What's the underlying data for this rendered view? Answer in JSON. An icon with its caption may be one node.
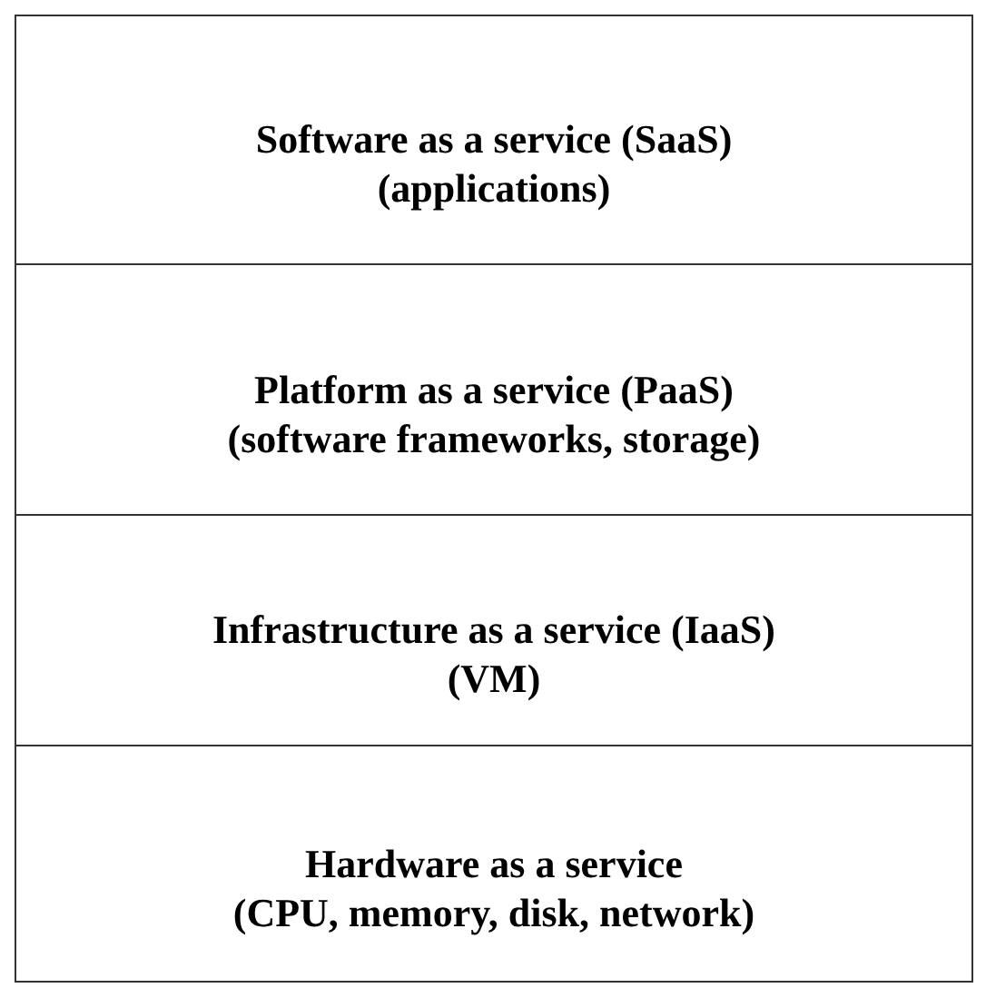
{
  "diagram": {
    "nodes": [
      {
        "text": [
          "Software as a service (SaaS)",
          "(applications)"
        ]
      },
      {
        "text": [
          "Platform as a service (PaaS)",
          "(software frameworks, storage)"
        ]
      },
      {
        "text": [
          "Infrastructure as a service (IaaS)",
          "(VM)"
        ]
      },
      {
        "text": [
          "Hardware as a service",
          "(CPU, memory, disk, network)"
        ]
      }
    ]
  }
}
